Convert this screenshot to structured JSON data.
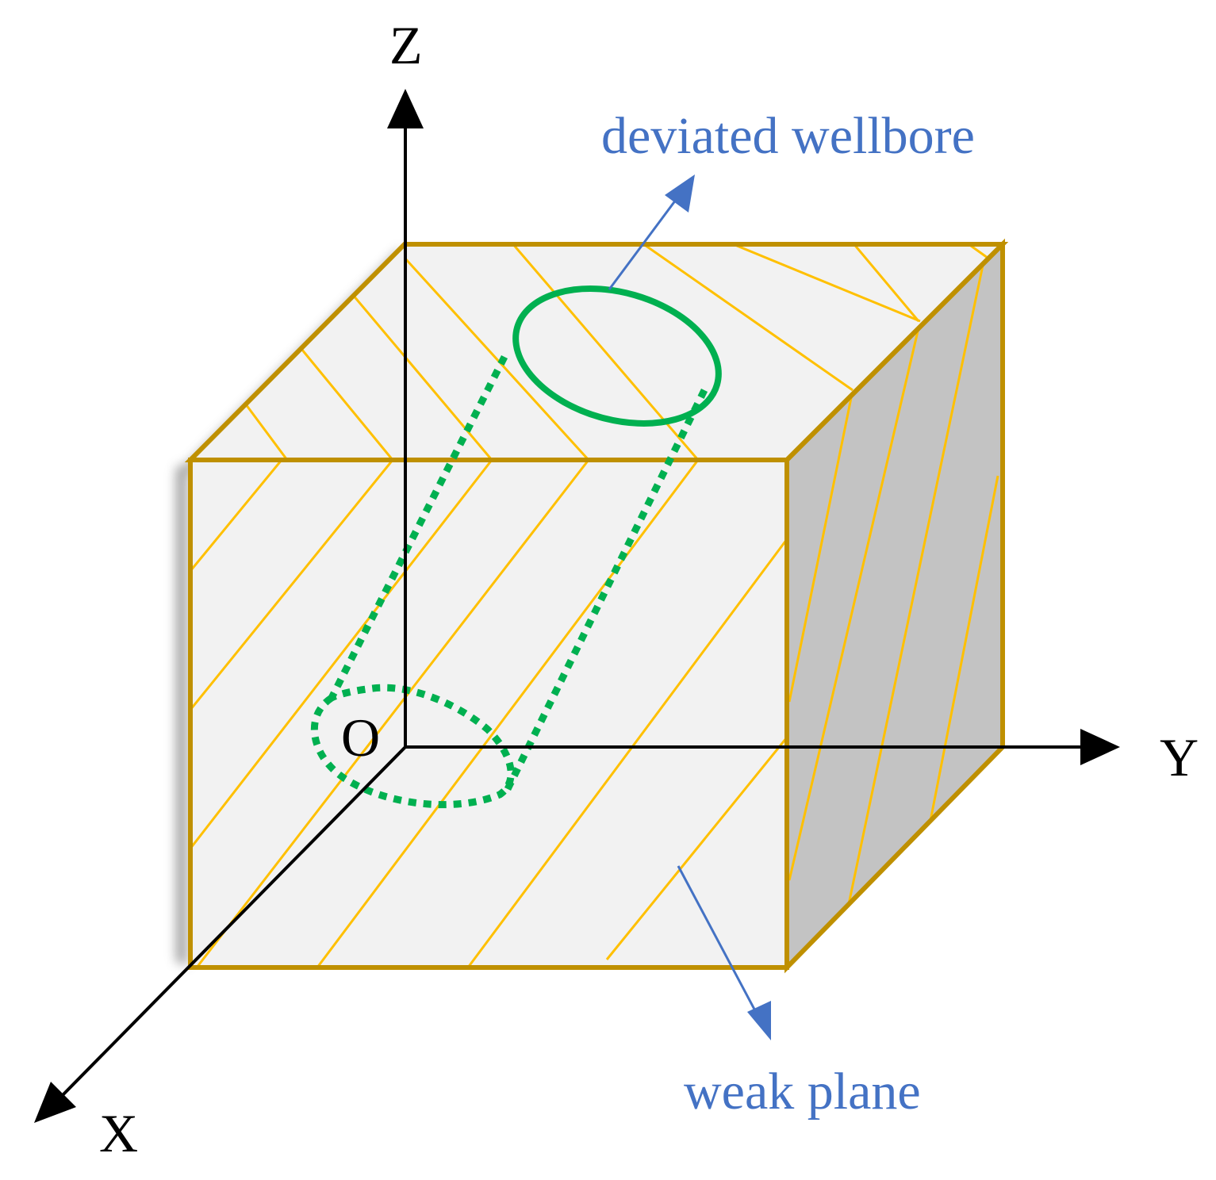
{
  "axes": {
    "x": "X",
    "y": "Y",
    "z": "Z",
    "origin": "O"
  },
  "callouts": {
    "wellbore": "deviated wellbore",
    "weak_plane": "weak plane"
  },
  "colors": {
    "callout": "#4472c4",
    "cube_edge": "#bf9000",
    "bedding_line": "#ffc000",
    "wellbore": "#00b050",
    "face_light": "#f2f2f2",
    "face_dark": "#c3c3c3",
    "axis": "#000000"
  }
}
